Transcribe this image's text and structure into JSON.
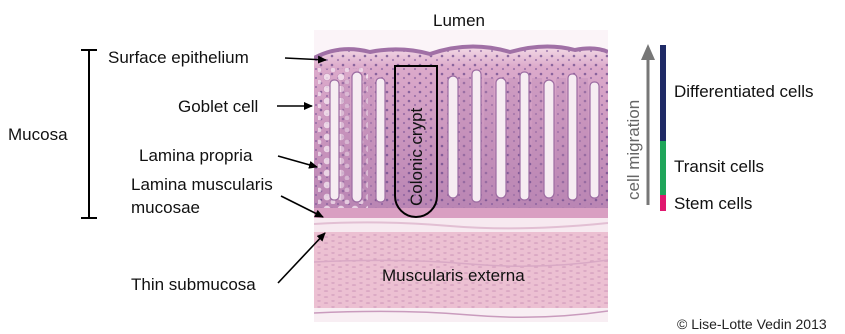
{
  "labels": {
    "lumen": "Lumen",
    "mucosa": "Mucosa",
    "surface_epithelium": "Surface epithelium",
    "goblet_cell": "Goblet cell",
    "lamina_propria": "Lamina propria",
    "lamina_muscularis_1": "Lamina muscularis",
    "lamina_muscularis_2": "mucosae",
    "thin_submucosa": "Thin submucosa",
    "colonic_crypt": "Colonic crypt",
    "muscularis_externa": "Muscularis externa",
    "cell_migration": "cell migration",
    "differentiated_cells": "Differentiated cells",
    "transit_cells": "Transit cells",
    "stem_cells": "Stem cells",
    "copyright": "© Lise-Lotte Vedin 2013"
  },
  "colors": {
    "differentiated_bar": "#1f2a66",
    "transit_bar": "#1fa55a",
    "stem_bar": "#e0186f",
    "tissue_pink": "#e6b4cc",
    "tissue_purple": "#a978a8",
    "muscle_pink": "#ecc3d3"
  },
  "icons": {
    "migration_arrow": "arrow-up-icon"
  }
}
